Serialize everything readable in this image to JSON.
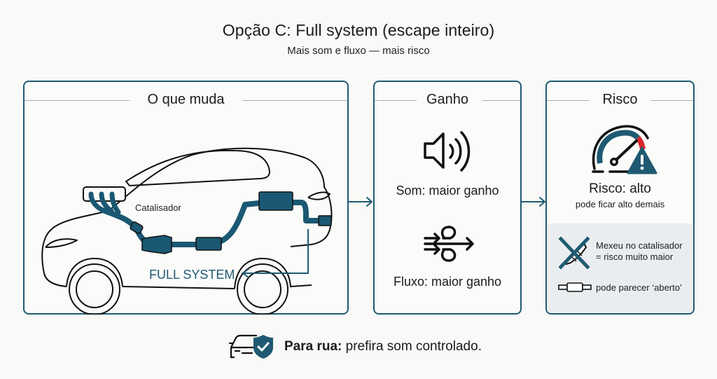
{
  "header": {
    "title": "Opção C: Full system (escape inteiro)",
    "subtitle": "Mais som e fluxo — mais risco"
  },
  "panels": {
    "what_changes": {
      "heading": "O que muda",
      "catalyst_label": "Catalisador",
      "callout_label": "FULL SYSTEM"
    },
    "gain": {
      "heading": "Ganho",
      "items": [
        {
          "icon": "speaker-icon",
          "label": "Som: maior ganho"
        },
        {
          "icon": "airflow-icon",
          "label": "Fluxo: maior ganho"
        }
      ]
    },
    "risk": {
      "heading": "Risco",
      "level_label": "Risco: alto",
      "level_note": "pode ficar alto demais",
      "notes": [
        {
          "icon": "crossed-catalyst-icon",
          "lines": [
            "Mexeu no catalisador",
            "= risco muito maior"
          ]
        },
        {
          "icon": "straight-pipe-icon",
          "lines": [
            "pode parecer ‘aberto’"
          ]
        }
      ]
    }
  },
  "footer": {
    "bold": "Para rua:",
    "text": " prefira som controlado."
  },
  "colors": {
    "accent": "#1f5a72",
    "exhaust": "#1b5873",
    "danger": "#d9262c",
    "outline": "#111111",
    "risk_panel_bg": "#e9edf0"
  }
}
